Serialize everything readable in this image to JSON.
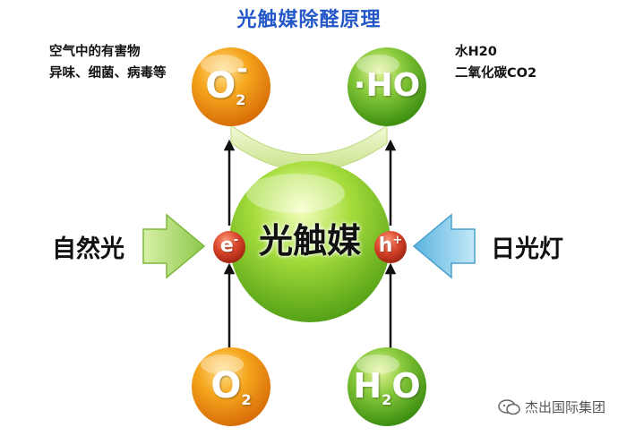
{
  "title": "光触媒除醛原理",
  "top_left_note": {
    "line1": "空气中的有害物",
    "line2": "异味、细菌、病毒等"
  },
  "top_right_note": {
    "line1": "水H20",
    "line2": "二氧化碳CO2"
  },
  "nodes": {
    "o2_minus": {
      "main": "O",
      "sup": "-",
      "sub": "2"
    },
    "ho_radical": {
      "main": "·HO"
    },
    "center": {
      "label": "光触媒"
    },
    "electron": {
      "main": "e",
      "sup": "-"
    },
    "hole": {
      "main": "h",
      "sup": "+"
    },
    "o2": {
      "main": "O",
      "sub": "2"
    },
    "h2o": {
      "main": "H",
      "sub": "2",
      "tail": "O"
    }
  },
  "left_source": "自然光",
  "right_source": "日光灯",
  "watermark": "杰出国际集团",
  "colors": {
    "title": "#2458c9",
    "orange": "#f08a10",
    "green": "#5fae1e",
    "red": "#c8351e",
    "arrow_green": "#a8d86a",
    "arrow_blue": "#6ac2e8"
  }
}
